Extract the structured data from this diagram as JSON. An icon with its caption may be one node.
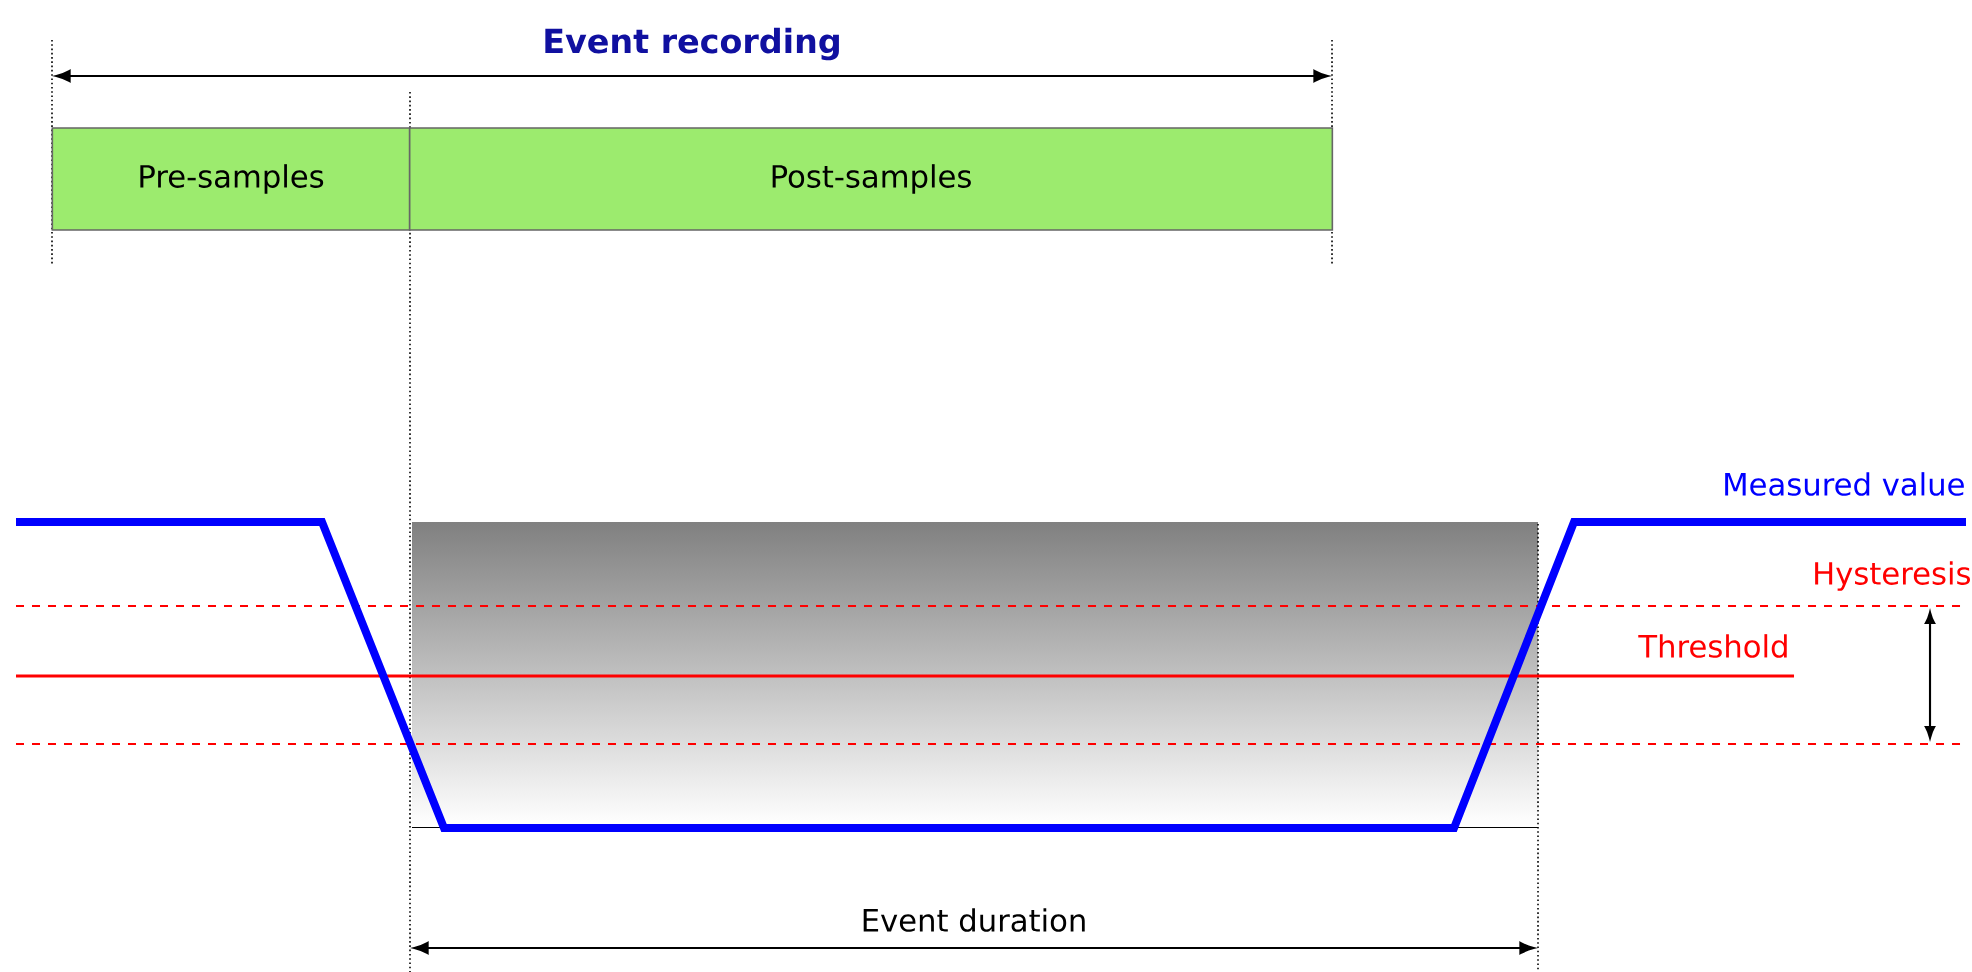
{
  "diagram": {
    "nodes": [
      {
        "text": [
          "Pre-samples"
        ]
      },
      {
        "text": [
          "Post-samples"
        ]
      }
    ],
    "labels": [
      "Event recording",
      "Measured value",
      "Hysteresis",
      "Threshold",
      "Event duration"
    ]
  }
}
